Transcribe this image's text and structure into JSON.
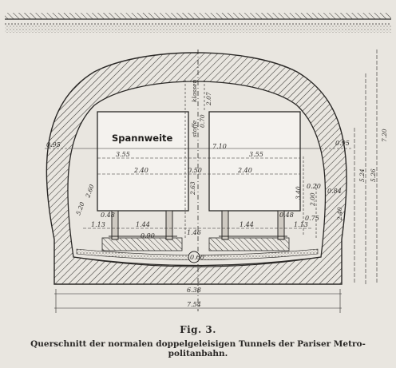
{
  "figure": {
    "label": "Fig. 3.",
    "caption_line1": "Querschnitt der normalen doppelgeleisigen Tunnels der Pariser Metro-",
    "caption_line2": "politanbahn."
  },
  "drawing": {
    "car_label": "Spannweite",
    "dimensions": {
      "half_span_left": "3.55",
      "half_span_right": "3.55",
      "total_span": "7.10",
      "car_width_left": "2.40",
      "car_width_right": "2.40",
      "center_gap": "0.50",
      "track_gauge_left": "1.44",
      "track_gauge_right": "1.44",
      "inner_floor_width": "6.38",
      "outer_width": "7.54",
      "side_offset_left": "1.13",
      "side_offset_right": "1.13",
      "wall_thickness_left": "0.95",
      "wall_thickness_right": "0.95",
      "rail_left": "0.48",
      "rail_right": "0.48",
      "car_height_left": "2.63",
      "car_height_right": "3.40",
      "clearance_top": "0.70",
      "vault_height_right": "2.00",
      "total_height": "7.20",
      "height_a": "5.26",
      "height_b": "5.24",
      "small_height": "0.75",
      "left_angle": "5.20",
      "right_side": "0.84",
      "right_side_2": "2.40",
      "bottom_offset": "0.90",
      "center_top": "2.07",
      "center_note_1": "klassen",
      "center_note_2": "stoffe",
      "left_incline": "2.60",
      "right_small": "0.20",
      "center_small": "1.46",
      "ring_note": "0.60"
    }
  }
}
